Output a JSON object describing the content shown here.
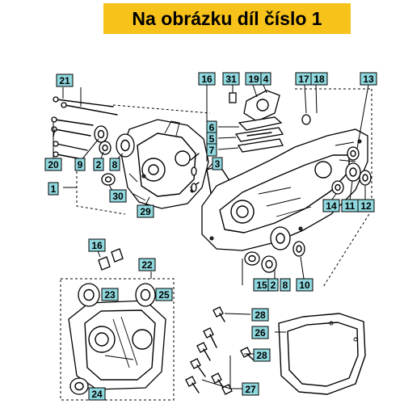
{
  "banner": {
    "text": "Na obrázku díl číslo 1",
    "color": "#f7c21a"
  },
  "tag_color": "#8fd8de",
  "callouts": [
    {
      "id": "c21",
      "label": "21"
    },
    {
      "id": "c20",
      "label": "20"
    },
    {
      "id": "c9",
      "label": "9"
    },
    {
      "id": "c2a",
      "label": "2"
    },
    {
      "id": "c8a",
      "label": "8"
    },
    {
      "id": "c3",
      "label": "3"
    },
    {
      "id": "c1",
      "label": "1"
    },
    {
      "id": "c30",
      "label": "30"
    },
    {
      "id": "c29",
      "label": "29"
    },
    {
      "id": "c16a",
      "label": "16"
    },
    {
      "id": "c31",
      "label": "31"
    },
    {
      "id": "c19",
      "label": "19"
    },
    {
      "id": "c4",
      "label": "4"
    },
    {
      "id": "c6",
      "label": "6"
    },
    {
      "id": "c5",
      "label": "5"
    },
    {
      "id": "c7",
      "label": "7"
    },
    {
      "id": "c17",
      "label": "17"
    },
    {
      "id": "c18",
      "label": "18"
    },
    {
      "id": "c13",
      "label": "13"
    },
    {
      "id": "c14",
      "label": "14"
    },
    {
      "id": "c11",
      "label": "11"
    },
    {
      "id": "c12",
      "label": "12"
    },
    {
      "id": "c16b",
      "label": "16"
    },
    {
      "id": "c15",
      "label": "15"
    },
    {
      "id": "c2b",
      "label": "2"
    },
    {
      "id": "c8b",
      "label": "8"
    },
    {
      "id": "c10",
      "label": "10"
    },
    {
      "id": "c22",
      "label": "22"
    },
    {
      "id": "c23",
      "label": "23"
    },
    {
      "id": "c25",
      "label": "25"
    },
    {
      "id": "c28a",
      "label": "28"
    },
    {
      "id": "c26",
      "label": "26"
    },
    {
      "id": "c28b",
      "label": "28"
    },
    {
      "id": "c27",
      "label": "27"
    },
    {
      "id": "c24",
      "label": "24"
    }
  ]
}
